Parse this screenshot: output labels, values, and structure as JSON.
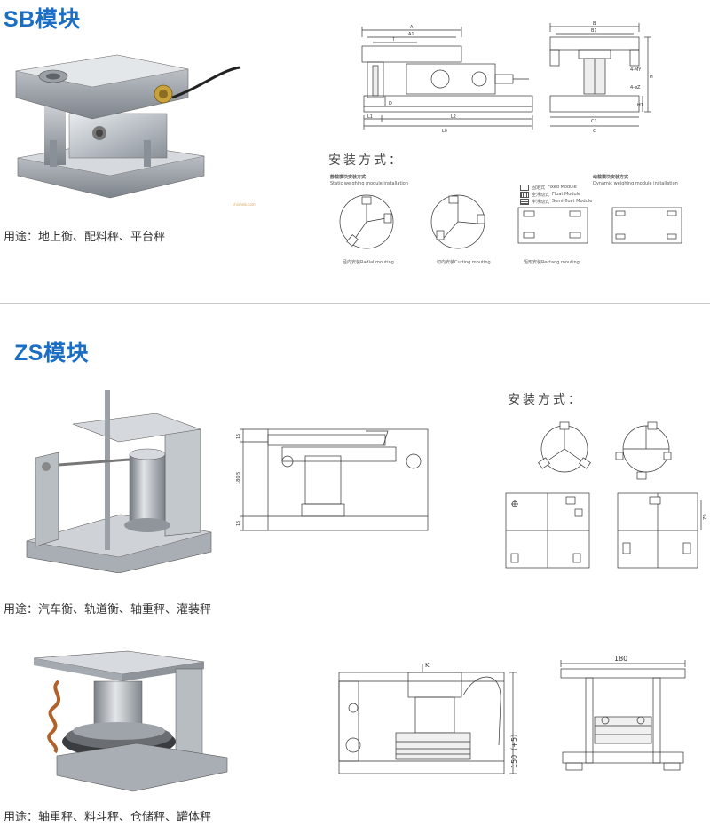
{
  "sb": {
    "title": "SB模块",
    "usage": "用途：地上衡、配料秤、平台秤",
    "install_header": "安装方式：",
    "static_heading": "静载模块安装方式",
    "static_heading_en": "Static weighing module installation",
    "dynamic_heading": "动载模块安装方式",
    "dynamic_heading_en": "Dynamic weighing module installation",
    "legend": [
      {
        "cn": "固定式",
        "en": "Fixed Module"
      },
      {
        "cn": "全浮动式",
        "en": "Float Module"
      },
      {
        "cn": "半浮动式",
        "en": "Semi-float Module"
      }
    ],
    "captions": {
      "radial": "径向安装Radial mouting",
      "cutting": "切向安装Cutting mouting",
      "rectang": "矩形安装Rectang mouting"
    },
    "dims": {
      "A": "A",
      "A1": "A1",
      "T": "T",
      "D": "D",
      "L1": "L1",
      "L2": "L2",
      "L0": "L0",
      "B": "B",
      "B1": "B1",
      "C": "C",
      "C1": "C1",
      "H": "H",
      "H1": "H1",
      "MY": "4-MY",
      "dZ": "4-øZ"
    },
    "watermark": "chiimeb.com"
  },
  "zs": {
    "title": "ZS模块",
    "install_header": "安装方式：",
    "usage1": "用途：汽车衡、轨道衡、轴重秤、灌装秤",
    "usage2": "用途：轴重秤、料斗秤、仓储秤、罐体秤",
    "dims1": {
      "top": "15",
      "mid": "180.5",
      "bot": "15",
      "side": "Z9"
    },
    "dims2": {
      "k": "K",
      "height": "150（+5）",
      "width": "180"
    }
  }
}
